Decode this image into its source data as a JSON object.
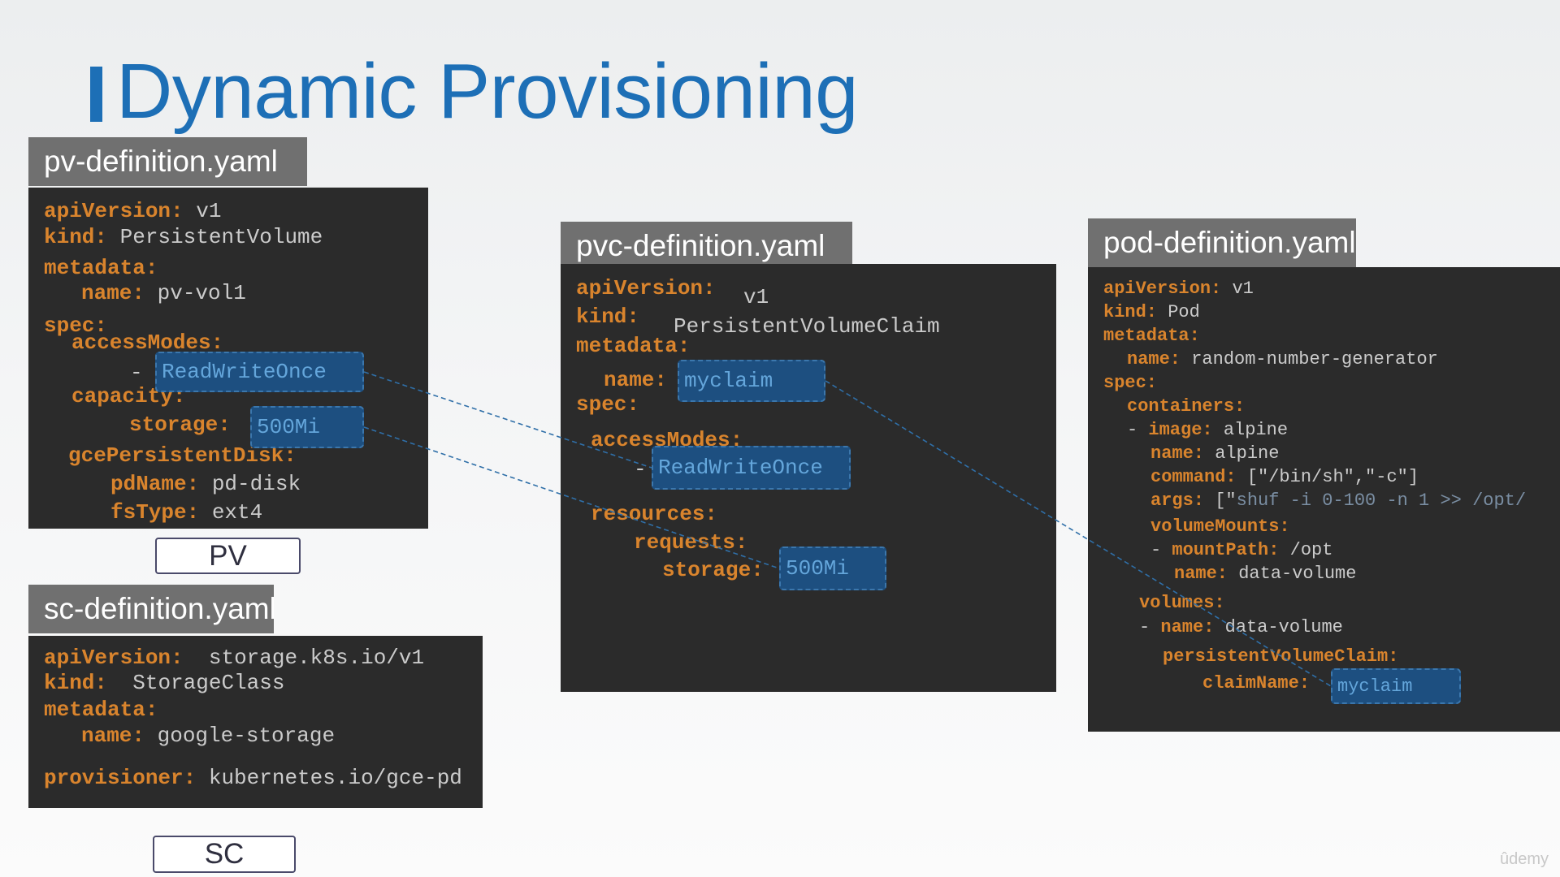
{
  "title": "Dynamic Provisioning",
  "files": {
    "pv": "pv-definition.yaml",
    "pvc": "pvc-definition.yaml",
    "pod": "pod-definition.yaml",
    "sc": "sc-definition.yaml"
  },
  "pv": {
    "apiVersion_key": "apiVersion:",
    "apiVersion_val": "v1",
    "kind_key": "kind:",
    "kind_val": "PersistentVolume",
    "metadata_key": "metadata:",
    "name_key": "name:",
    "name_val": "pv-vol1",
    "spec_key": "spec:",
    "accessModes_key": "accessModes:",
    "accessModes_dash": "-",
    "accessModes_val": "ReadWriteOnce",
    "capacity_key": "capacity:",
    "storage_key": "storage:",
    "storage_val": "500Mi",
    "gce_key": "gcePersistentDisk:",
    "pdName_key": "pdName:",
    "pdName_val": "pd-disk",
    "fsType_key": "fsType:",
    "fsType_val": "ext4"
  },
  "pvc": {
    "apiVersion_key": "apiVersion:",
    "apiVersion_val": "v1",
    "kind_key": "kind:",
    "kind_val": "PersistentVolumeClaim",
    "metadata_key": "metadata:",
    "name_key": "name:",
    "name_val": "myclaim",
    "spec_key": "spec:",
    "accessModes_key": "accessModes:",
    "accessModes_dash": "-",
    "accessModes_val": "ReadWriteOnce",
    "resources_key": "resources:",
    "requests_key": "requests:",
    "storage_key": "storage:",
    "storage_val": "500Mi"
  },
  "pod": {
    "apiVersion_key": "apiVersion:",
    "apiVersion_val": "v1",
    "kind_key": "kind:",
    "kind_val": "Pod",
    "metadata_key": "metadata:",
    "name_key": "name:",
    "name_val": "random-number-generator",
    "spec_key": "spec:",
    "containers_key": "containers:",
    "image_dash": "-",
    "image_key": "image:",
    "image_val": "alpine",
    "cname_key": "name:",
    "cname_val": "alpine",
    "command_key": "command:",
    "command_val": "[\"/bin/sh\",\"-c\"]",
    "args_key": "args:",
    "args_open": "[\"",
    "args_val": "shuf -i 0-100 -n 1 >> /opt/",
    "volumeMounts_key": "volumeMounts:",
    "mountPath_dash": "-",
    "mountPath_key": "mountPath:",
    "mountPath_val": "/opt",
    "vmname_key": "name:",
    "vmname_val": "data-volume",
    "volumes_key": "volumes:",
    "vname_dash": "-",
    "vname_key": "name:",
    "vname_val": "data-volume",
    "pvc_key": "persistentVolumeClaim:",
    "claimName_key": "claimName:",
    "claimName_val": "myclaim"
  },
  "sc": {
    "apiVersion_key": "apiVersion:",
    "apiVersion_val": "storage.k8s.io/v1",
    "kind_key": "kind:",
    "kind_val": "StorageClass",
    "metadata_key": "metadata:",
    "name_key": "name:",
    "name_val": "google-storage",
    "provisioner_key": "provisioner:",
    "provisioner_val": "kubernetes.io/gce-pd"
  },
  "labels": {
    "pv": "PV",
    "sc": "SC"
  },
  "watermark": "ûdemy",
  "colors": {
    "title": "#1d6fb6",
    "key": "#d9842d",
    "value": "#cbcbcb",
    "highlight": "#1d4f80",
    "connector": "#2f6fa8"
  }
}
